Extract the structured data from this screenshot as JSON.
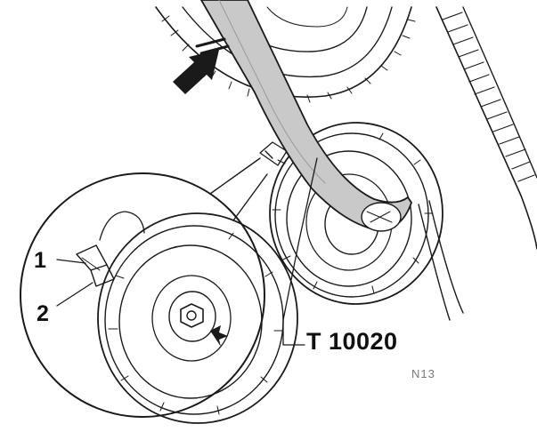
{
  "callouts": {
    "label_1": "1",
    "label_2": "2",
    "tool_label": "T 10020",
    "figure_mark": "N13"
  },
  "colors": {
    "line": "#1a1a1a",
    "wrench_fill": "#c9c9c9",
    "wrench_dark": "#9a9a9a",
    "background": "#ffffff"
  },
  "icons": {
    "direction_arrow": "turn-direction-arrow-icon",
    "small_arrow": "alignment-arrow-icon"
  }
}
